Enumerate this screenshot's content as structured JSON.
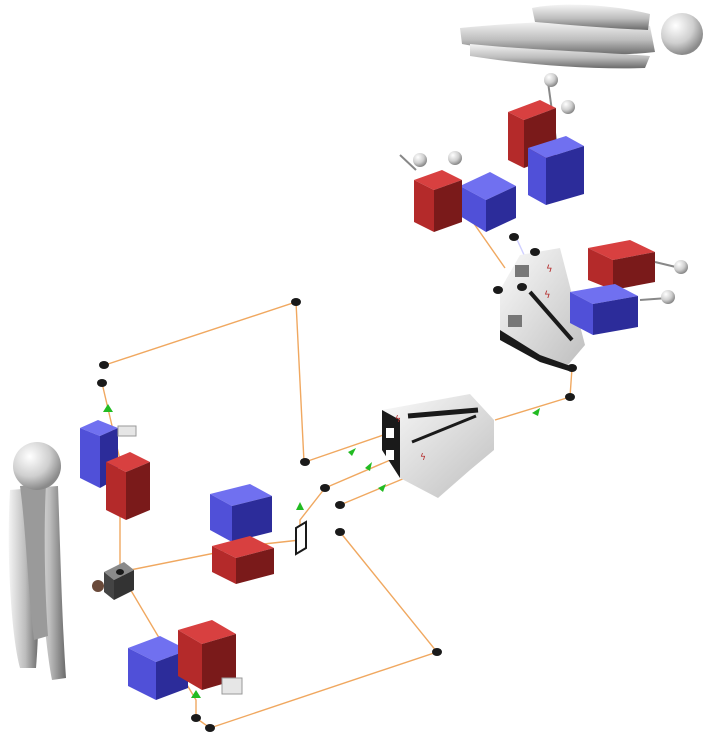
{
  "colors": {
    "background": "#ffffff",
    "fiber": "#f0a860",
    "signal_arrow": "#22bb22",
    "red_block_front": "#b42a2a",
    "red_block_top": "#d84040",
    "red_block_side": "#7a1a1a",
    "blue_block_front": "#5050d8",
    "blue_block_top": "#7070f0",
    "blue_block_side": "#2c2c9a",
    "hub_light": "#f2f2f2",
    "hub_mid": "#cfcfcf",
    "hub_dark": "#1a1a1a",
    "mannequin": "#d9d9d9"
  },
  "figures": {
    "top_right": "lying-mannequin",
    "bottom_left": "standing-mannequin"
  },
  "components": {
    "hubs": [
      "central-hub",
      "upper-hub"
    ],
    "connectors": 17,
    "module_groups": 7
  }
}
